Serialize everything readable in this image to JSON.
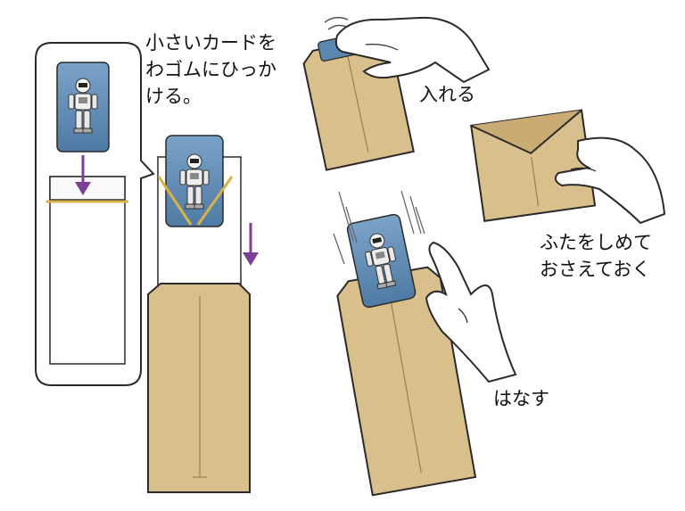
{
  "instructions": {
    "intro_lines": [
      "小さいカードを",
      "わゴムにひっか",
      "ける。"
    ],
    "insert": "入れる",
    "close_lines": [
      "ふたをしめて",
      "おさえておく"
    ],
    "release": "はなす"
  },
  "colors": {
    "envelope": "#d9bf8c",
    "envelope_dark": "#c9ab73",
    "outline": "#2a2a2a",
    "card_blue": "#5a86b0",
    "arrow": "#7b3f98",
    "rubber_band": "#d9b24a",
    "skin": "#ffffff"
  },
  "icons": [
    "robot-card-icon",
    "hand-icon",
    "down-arrow-icon",
    "envelope-icon"
  ]
}
